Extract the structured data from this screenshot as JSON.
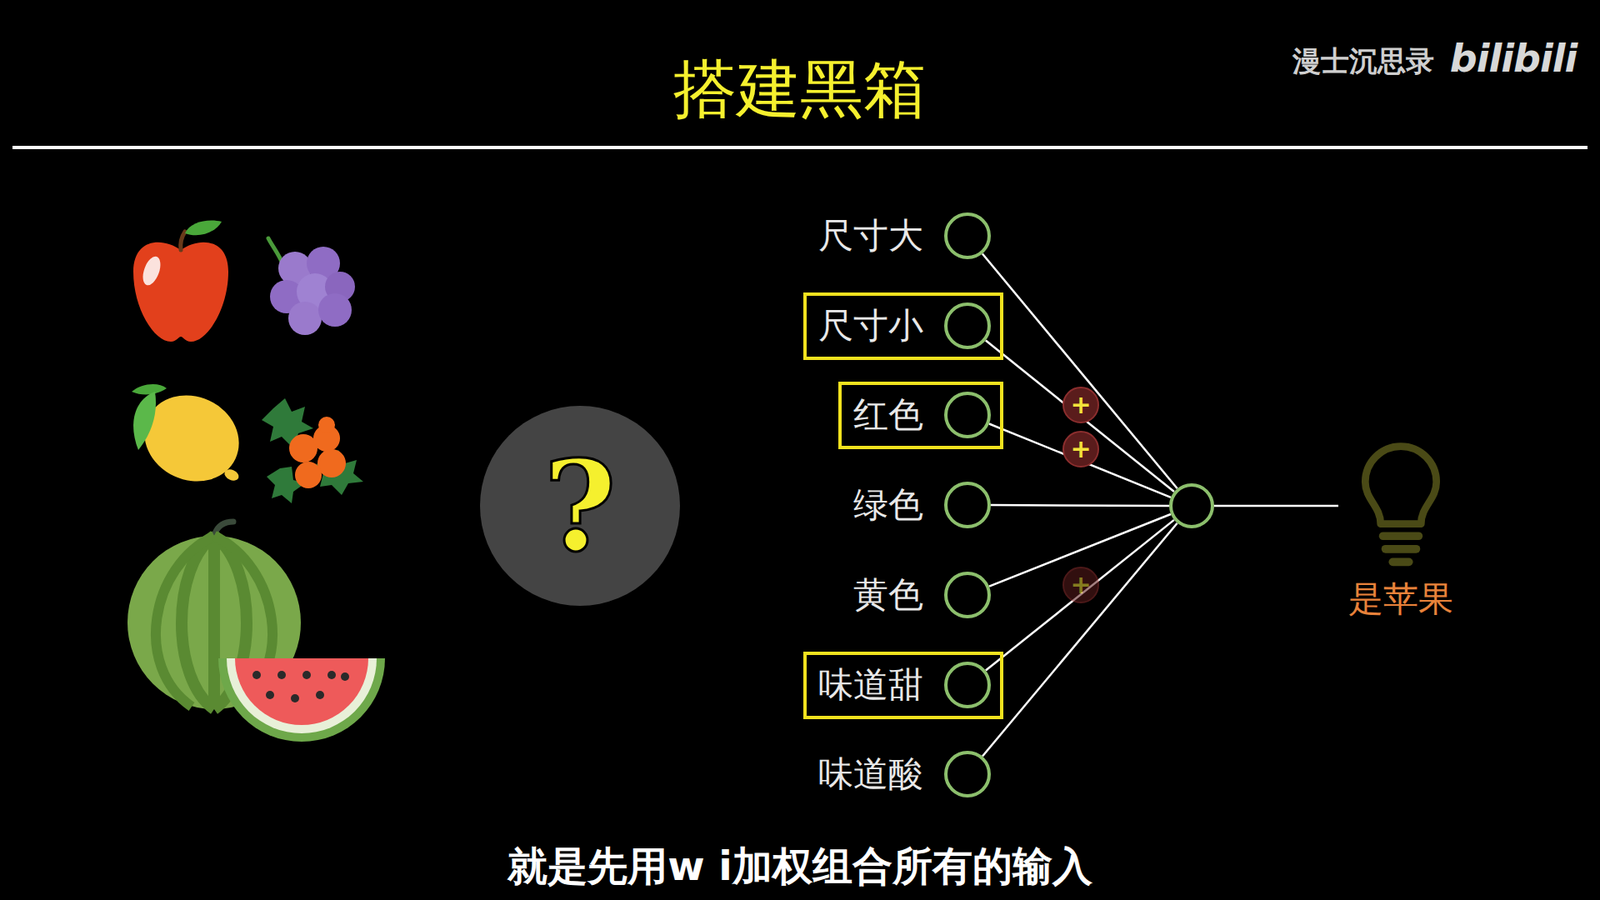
{
  "diagram": {
    "title": "搭建黑箱",
    "caption": "就是先用w i加权组合所有的输入",
    "nodes": [
      {
        "text": [
          "?"
        ]
      },
      {
        "text": [
          "尺寸大"
        ]
      },
      {
        "text": [
          "尺寸小"
        ]
      },
      {
        "text": [
          "红色"
        ]
      },
      {
        "text": [
          "绿色"
        ]
      },
      {
        "text": [
          "黄色"
        ]
      },
      {
        "text": [
          "味道甜"
        ]
      },
      {
        "text": [
          "味道酸"
        ]
      },
      {
        "text": []
      },
      {
        "text": [
          "是苹果"
        ]
      }
    ],
    "edges": [
      {
        "from": 1,
        "to": 8,
        "arrow": "none"
      },
      {
        "from": 2,
        "to": 8,
        "arrow": "none"
      },
      {
        "from": 3,
        "to": 8,
        "arrow": "none"
      },
      {
        "from": 4,
        "to": 8,
        "arrow": "none"
      },
      {
        "from": 5,
        "to": 8,
        "arrow": "none"
      },
      {
        "from": 6,
        "to": 8,
        "arrow": "none"
      },
      {
        "from": 7,
        "to": 8,
        "arrow": "none"
      },
      {
        "from": 8,
        "to": 9,
        "arrow": "none"
      }
    ],
    "labels": [
      "漫士沉思录",
      "bilibili",
      "+",
      "+",
      "+"
    ]
  }
}
